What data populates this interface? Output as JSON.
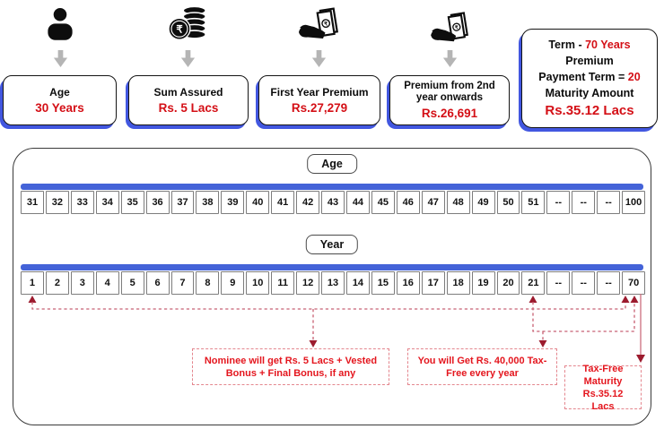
{
  "header": {
    "items": [
      {
        "icon": "person-icon",
        "label": "Age",
        "value": "30 Years"
      },
      {
        "icon": "rupee-coins-icon",
        "label": "Sum Assured",
        "value": "Rs. 5 Lacs"
      },
      {
        "icon": "money-in-hand-icon",
        "label": "First Year Premium",
        "value": "Rs.27,279"
      },
      {
        "icon": "money-in-hand-icon",
        "label": "Premium from 2nd year onwards",
        "value": "Rs.26,691"
      }
    ],
    "summary": {
      "term_label": "Term  -",
      "term_value": "70 Years",
      "premium_line": "Premium",
      "payment_term_label": "Payment Term =",
      "payment_term_value": "20",
      "maturity_label": "Maturity Amount",
      "maturity_value": "Rs.35.12 Lacs"
    }
  },
  "timeline": {
    "age_label": "Age",
    "age_cells": [
      "31",
      "32",
      "33",
      "34",
      "35",
      "36",
      "37",
      "38",
      "39",
      "40",
      "41",
      "42",
      "43",
      "44",
      "45",
      "46",
      "47",
      "48",
      "49",
      "50",
      "51",
      "--",
      "--",
      "--",
      "100"
    ],
    "year_label": "Year",
    "year_cells": [
      "1",
      "2",
      "3",
      "4",
      "5",
      "6",
      "7",
      "8",
      "9",
      "10",
      "11",
      "12",
      "13",
      "14",
      "15",
      "16",
      "17",
      "18",
      "19",
      "20",
      "21",
      "--",
      "--",
      "--",
      "70"
    ],
    "annotations": {
      "nominee": "Nominee will get Rs. 5 Lacs + Vested Bonus + Final Bonus, if any",
      "survival": "You will Get Rs. 40,000 Tax-Free every year",
      "maturity": "Tax-Free Maturity Rs.35.12 Lacs"
    }
  },
  "colors": {
    "accent_red": "#d40f16",
    "annotation_red": "#e4161e",
    "arrow_maroon": "#9c1b2e",
    "dash_line_red": "#c86173",
    "shadow_blue": "#4257e0",
    "bar_blue": "#4463d8"
  }
}
